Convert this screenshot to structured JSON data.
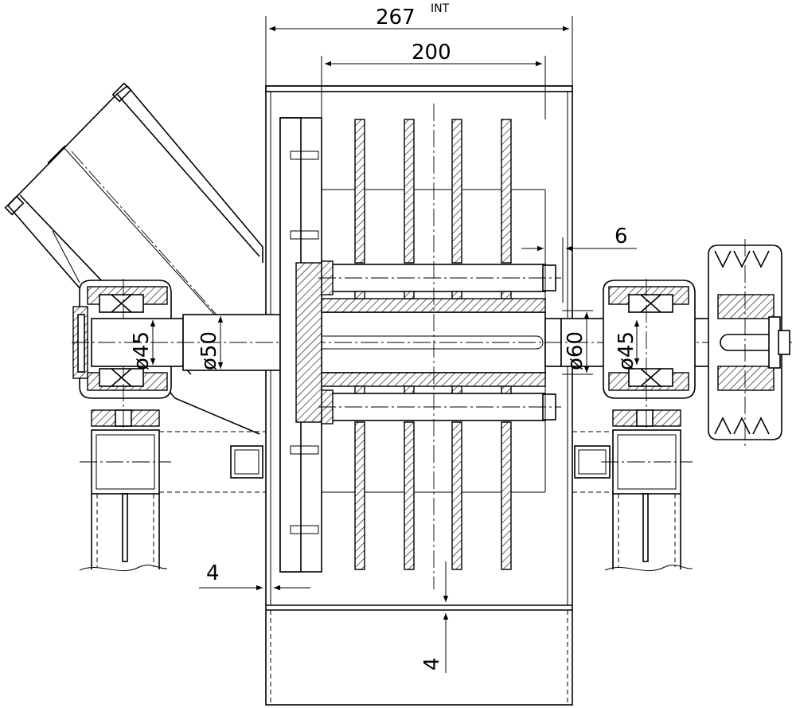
{
  "dimensions": {
    "overall_width": {
      "value": "267",
      "suffix": "INT"
    },
    "rotor_width": {
      "value": "200"
    },
    "gap_right": {
      "value": "6"
    },
    "bearing_left_dia": {
      "value": "ø45"
    },
    "shaft_left_dia": {
      "value": "ø50"
    },
    "shaft_right_dia": {
      "value": "ø60"
    },
    "bearing_right_dia": {
      "value": "ø45"
    },
    "gap_left": {
      "value": "4"
    },
    "gap_bottom": {
      "value": "4"
    }
  }
}
